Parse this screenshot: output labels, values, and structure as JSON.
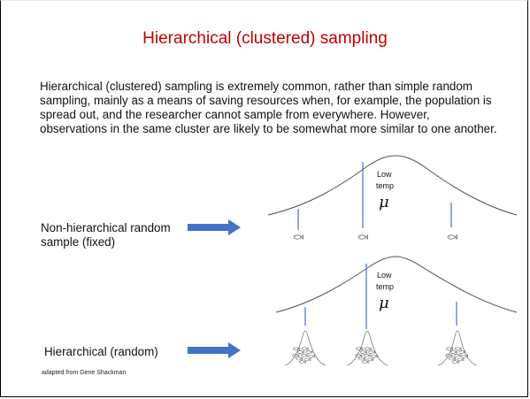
{
  "slide": {
    "title": "Hierarchical (clustered) sampling",
    "body": "Hierarchical (clustered) sampling is extremely common, rather than simple random sampling, mainly as a means of saving resources when, for example, the population is spread out, and the researcher cannot sample from everywhere. However, observations in the same cluster are likely to be somewhat more similar to one another.",
    "credit": "adapted from Gene Shackman"
  },
  "diagram_top": {
    "row_label": "Non-hierarchical random sample (fixed)",
    "center_label_1": "Low",
    "center_label_2": "temp",
    "mu_symbol": "μ"
  },
  "diagram_bottom": {
    "row_label": "Hierarchical (random)",
    "center_label_1": "Low",
    "center_label_2": "temp",
    "mu_symbol": "μ"
  },
  "colors": {
    "title": "#c00000",
    "arrow": "#4472c4",
    "sample_line": "#4472c4",
    "curve": "#555555"
  },
  "icons": [
    "right-arrow-icon",
    "fish-icon"
  ]
}
